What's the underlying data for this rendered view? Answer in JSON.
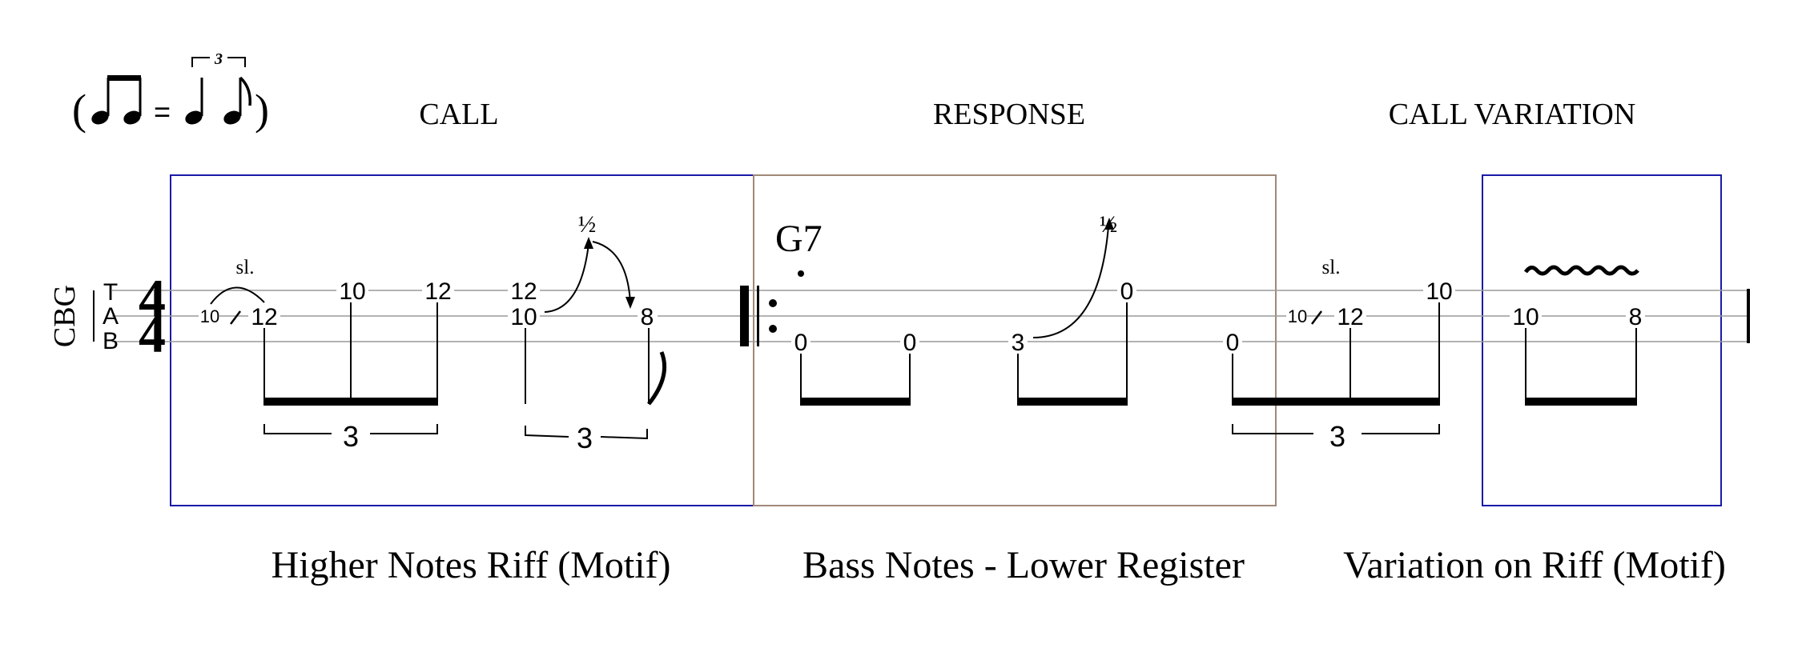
{
  "tempo_marking": {
    "open_paren": "(",
    "equals": "=",
    "triplet_number": "3",
    "close_paren": ")"
  },
  "sections": {
    "call_title": "CALL",
    "response_title": "RESPONSE",
    "variation_title": "CALL VARIATION"
  },
  "captions": {
    "call": "Higher Notes Riff (Motif)",
    "response": "Bass Notes - Lower Register",
    "variation": "Variation on Riff (Motif)"
  },
  "staff": {
    "instrument_label": "CBG",
    "tab_letters": [
      "T",
      "A",
      "B"
    ],
    "time_signature_top": "4",
    "time_signature_bottom": "4",
    "chord_symbol": "G7"
  },
  "notes": {
    "call_slide_from": "10",
    "call_slide_to": "12",
    "call_n3": "10",
    "call_n4": "12",
    "call_n5_top": "12",
    "call_n5_bottom": "10",
    "call_bend_target": "8",
    "resp_n1": "0",
    "resp_n2": "0",
    "resp_n3": "3",
    "resp_n4": "0",
    "resp_n5": "0",
    "var_slide_from": "10",
    "var_slide_to": "12",
    "var_n3": "10",
    "var_n4": "10",
    "var_n5": "8"
  },
  "articulations": {
    "slide_label_1": "sl.",
    "slide_label_2": "sl.",
    "bend_label_1": "½",
    "bend_label_2": "½",
    "triplet_1": "3",
    "triplet_2": "3",
    "triplet_3": "3"
  },
  "colors": {
    "call_box": "#1a1aa8",
    "response_box": "#a08878",
    "variation_box": "#1a1aa8",
    "ink": "#000000",
    "staff_line": "#9a9a9a"
  }
}
